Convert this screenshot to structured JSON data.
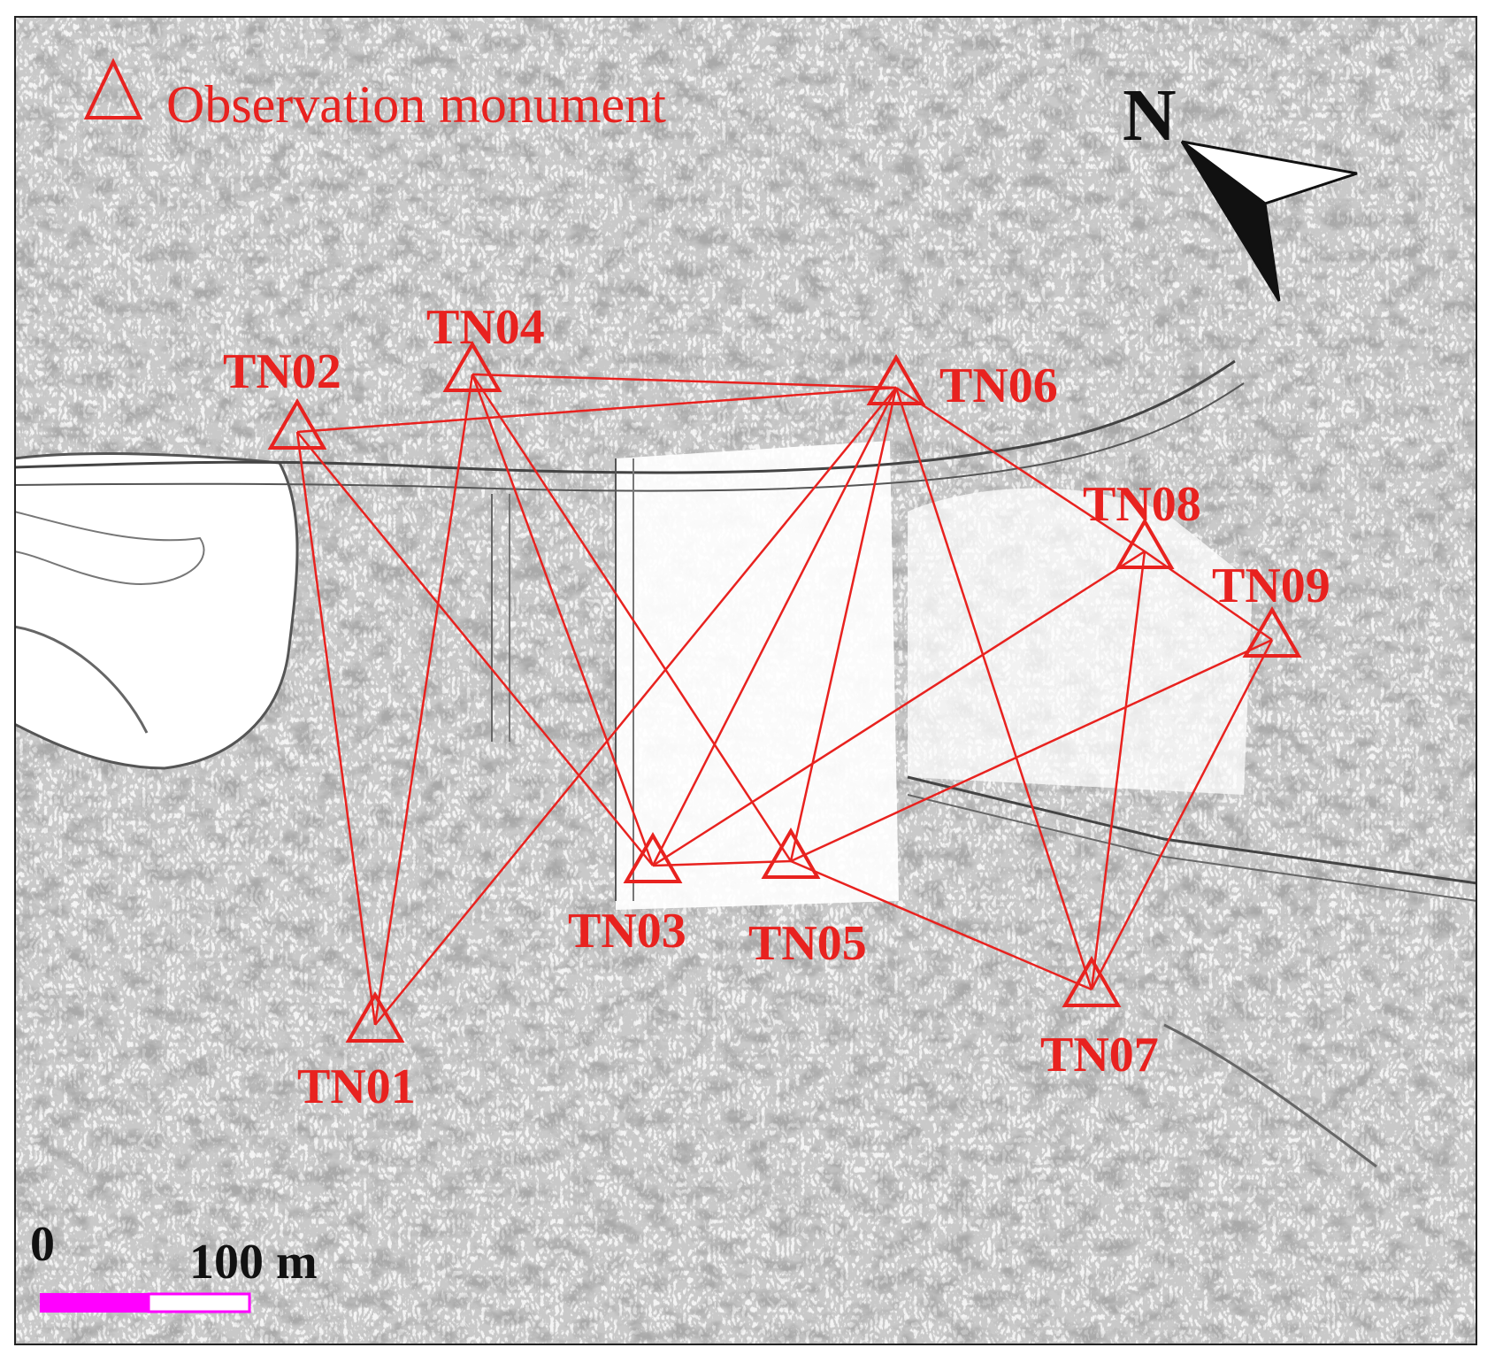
{
  "legend": {
    "label": "Observation monument"
  },
  "north_arrow": {
    "label": "N"
  },
  "scale_bar": {
    "zero_label": "0",
    "end_label": "100 m",
    "fill_color": "#ff00ff"
  },
  "colors": {
    "network": "#e8221f",
    "frame": "#222222"
  },
  "stations": [
    {
      "id": "TN01",
      "label": "TN01"
    },
    {
      "id": "TN02",
      "label": "TN02"
    },
    {
      "id": "TN03",
      "label": "TN03"
    },
    {
      "id": "TN04",
      "label": "TN04"
    },
    {
      "id": "TN05",
      "label": "TN05"
    },
    {
      "id": "TN06",
      "label": "TN06"
    },
    {
      "id": "TN07",
      "label": "TN07"
    },
    {
      "id": "TN08",
      "label": "TN08"
    },
    {
      "id": "TN09",
      "label": "TN09"
    }
  ],
  "baselines": [
    [
      "TN01",
      "TN02"
    ],
    [
      "TN01",
      "TN04"
    ],
    [
      "TN01",
      "TN06"
    ],
    [
      "TN02",
      "TN06"
    ],
    [
      "TN02",
      "TN03"
    ],
    [
      "TN04",
      "TN06"
    ],
    [
      "TN04",
      "TN03"
    ],
    [
      "TN04",
      "TN05"
    ],
    [
      "TN06",
      "TN03"
    ],
    [
      "TN06",
      "TN05"
    ],
    [
      "TN06",
      "TN07"
    ],
    [
      "TN06",
      "TN08"
    ],
    [
      "TN03",
      "TN05"
    ],
    [
      "TN03",
      "TN08"
    ],
    [
      "TN05",
      "TN09"
    ],
    [
      "TN05",
      "TN07"
    ],
    [
      "TN07",
      "TN08"
    ],
    [
      "TN07",
      "TN09"
    ],
    [
      "TN08",
      "TN09"
    ]
  ]
}
